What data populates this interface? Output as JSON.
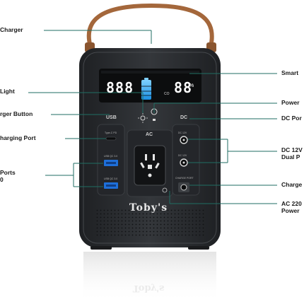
{
  "device": {
    "brand": "Toby's",
    "lcd": {
      "left_value": "888",
      "right_value": "88",
      "right_suffix": "%",
      "small_unit": "CO"
    },
    "panels": {
      "usb_label": "USB",
      "ac_label": "AC",
      "dc_label": "DC",
      "typec_label": "Type-C PD",
      "usb_qc1_label": "USB QC 3.0",
      "usb_qc2_label": "USB QC 3.0",
      "dc1_label": "DC 12V",
      "dc2_label": "DC 12V",
      "charge_port_label": "CHARGE PORT"
    },
    "colors": {
      "body": "#2b2d30",
      "handle": "#a4673b",
      "accent_line": "#1f6e63",
      "usb_blue": "#1e6fd9"
    }
  },
  "callouts": {
    "left": [
      {
        "id": "charger",
        "text": [
          "Charger"
        ]
      },
      {
        "id": "light",
        "text": [
          "Light"
        ]
      },
      {
        "id": "charger-button",
        "text": [
          "rger Button"
        ]
      },
      {
        "id": "charging-port",
        "text": [
          "harging Port"
        ]
      },
      {
        "id": "ports",
        "text": [
          "Ports",
          "0"
        ]
      }
    ],
    "right": [
      {
        "id": "smart",
        "text": [
          "Smart"
        ]
      },
      {
        "id": "power",
        "text": [
          "Power"
        ]
      },
      {
        "id": "dc-port",
        "text": [
          "DC Por"
        ]
      },
      {
        "id": "dc-12v",
        "text": [
          "DC 12V",
          "Dual P"
        ]
      },
      {
        "id": "charge",
        "text": [
          "Charge"
        ]
      },
      {
        "id": "ac-220",
        "text": [
          "AC 220",
          "Power"
        ]
      }
    ]
  }
}
